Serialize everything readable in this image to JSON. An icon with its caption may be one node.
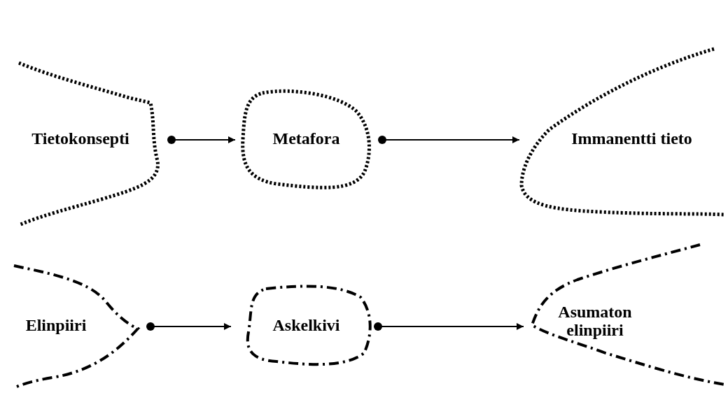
{
  "diagram": {
    "nodes": [
      {
        "text": [
          "Tietokonsepti"
        ]
      },
      {
        "text": [
          "Metafora"
        ]
      },
      {
        "text": [
          "Immanentti tieto"
        ]
      },
      {
        "text": [
          "Elinpiiri"
        ]
      },
      {
        "text": [
          "Askelkivi"
        ]
      },
      {
        "text": [
          "Asumaton elinpiiri"
        ]
      }
    ],
    "edges": [
      {
        "from": 0,
        "to": 1,
        "arrow": "to"
      },
      {
        "from": 1,
        "to": 2,
        "arrow": "to"
      },
      {
        "from": 3,
        "to": 4,
        "arrow": "to"
      },
      {
        "from": 4,
        "to": 5,
        "arrow": "to"
      }
    ]
  }
}
